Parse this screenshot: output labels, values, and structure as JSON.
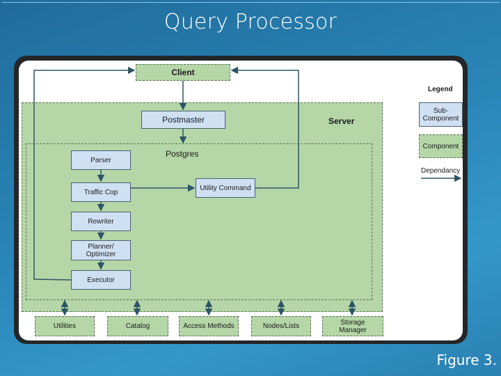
{
  "slide": {
    "title": "Query Processor",
    "caption": "Figure 3."
  },
  "diagram": {
    "client": "Client",
    "server": "Server",
    "postmaster": "Postmaster",
    "postgres": "Postgres",
    "subcomponents": {
      "parser": "Parser",
      "traffic_cop": "Traffic Cop",
      "rewriter": "Rewriter",
      "planner_line1": "Planner/",
      "planner_line2": "Optimizer",
      "executor": "Executor",
      "utility_command": "Utility Command"
    },
    "bottom_components": {
      "utilities": "Utilities",
      "catalog": "Catalog",
      "access_methods": "Access Methods",
      "nodes_lists": "Nodes/Lists",
      "storage_line1": "Storage",
      "storage_line2": "Manager"
    },
    "legend": {
      "title": "Legend",
      "sub_line1": "Sub-",
      "sub_line2": "Component",
      "component": "Component",
      "dependency": "Dependancy"
    },
    "colors": {
      "component_fill": "#b5d6a7",
      "subcomponent_fill": "#cfe0f3",
      "arrow": "#2e5566"
    }
  }
}
